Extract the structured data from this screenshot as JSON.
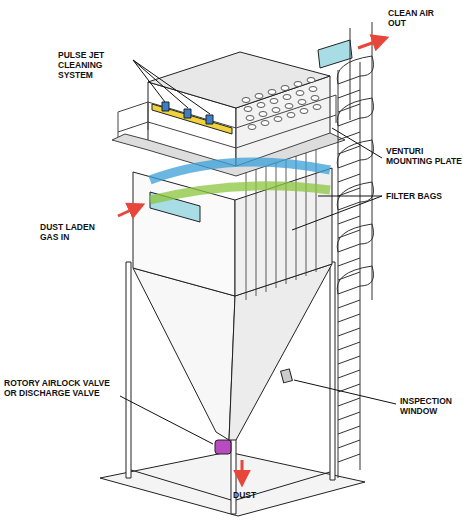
{
  "diagram": {
    "labels": [
      "PULSE JET CLEANING SYSTEM",
      "CLEAN AIR OUT",
      "VENTURI MOUNTING PLATE",
      "FILTER BAGS",
      "DUST LADEN GAS IN",
      "ROTORY AIRLOCK VALVE OR DISCHARGE VALVE",
      "INSPECTION WINDOW",
      "DUST"
    ]
  }
}
